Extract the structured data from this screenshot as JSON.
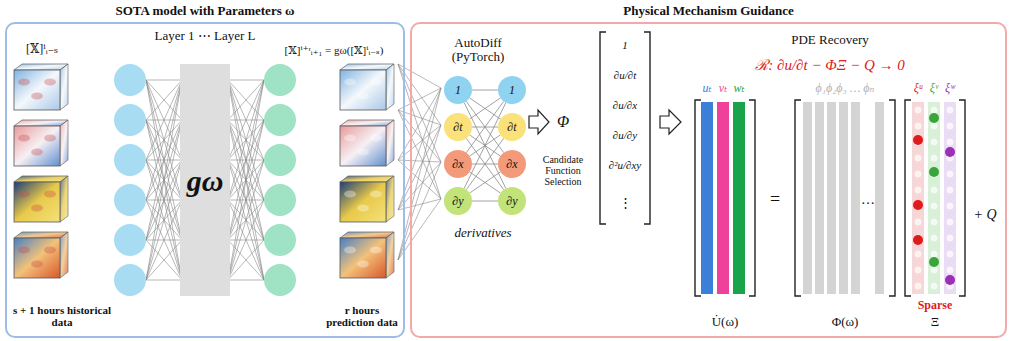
{
  "diagram": {
    "nodes": [
      {
        "text": [
          "SOTA model with Parameters ω"
        ]
      },
      {
        "text": [
          "Physical Mechanism Guidance"
        ]
      },
      {
        "text": [
          "1"
        ],
        "in": 1
      },
      {
        "text": [
          "∂t"
        ],
        "in": 1
      },
      {
        "text": [
          "∂x"
        ],
        "in": 1
      },
      {
        "text": [
          "∂y"
        ],
        "in": 1
      },
      {
        "text": [
          "1"
        ],
        "in": 1
      },
      {
        "text": [
          "∂t"
        ],
        "in": 1
      },
      {
        "text": [
          "∂x"
        ],
        "in": 1
      },
      {
        "text": [
          "∂y"
        ],
        "in": 1
      }
    ],
    "edges": [
      {
        "from": 2,
        "to": 6,
        "arrow": "none"
      },
      {
        "from": 2,
        "to": 7,
        "arrow": "none"
      },
      {
        "from": 2,
        "to": 8,
        "arrow": "none"
      },
      {
        "from": 2,
        "to": 9,
        "arrow": "none"
      },
      {
        "from": 3,
        "to": 6,
        "arrow": "none"
      },
      {
        "from": 3,
        "to": 7,
        "arrow": "none"
      },
      {
        "from": 3,
        "to": 8,
        "arrow": "none"
      },
      {
        "from": 3,
        "to": 9,
        "arrow": "none"
      },
      {
        "from": 4,
        "to": 6,
        "arrow": "none"
      },
      {
        "from": 4,
        "to": 7,
        "arrow": "none"
      },
      {
        "from": 4,
        "to": 8,
        "arrow": "none"
      },
      {
        "from": 4,
        "to": 9,
        "arrow": "none"
      },
      {
        "from": 5,
        "to": 6,
        "arrow": "none"
      },
      {
        "from": 5,
        "to": 7,
        "arrow": "none"
      },
      {
        "from": 5,
        "to": 8,
        "arrow": "none"
      },
      {
        "from": 5,
        "to": 9,
        "arrow": "none"
      }
    ],
    "labels": [
      "Layer 1 ⋯ Layer L",
      "[𝕏]ⁱᵢ₋ₛ",
      "[𝕏]ⁱ⁺ʳᵢ₊₁ = gω([𝕏]ⁱᵢ₋ₛ)",
      "gω",
      "s + 1 hours historical data",
      "r hours prediction data",
      "AutoDiff (PyTorch)",
      "derivatives",
      "Φ",
      "Candidate Function Selection",
      "1",
      "∂u/∂t",
      "∂u/∂x",
      "∂u/∂y",
      "∂²u/∂xy",
      "⋮",
      "PDE Recovery",
      "ℛ: ∂u/∂t − ΦΞ − Q → 0",
      "uₜ",
      "vₜ",
      "wₜ",
      "ϕ₁ϕ₂ϕ₃ … ϕₙ",
      "ξᵘ",
      "ξᵛ",
      "ξʷ",
      "=",
      "…",
      "+ Q",
      "Sparse",
      "U̇(ω)",
      "Φ(ω)",
      "Ξ"
    ]
  }
}
